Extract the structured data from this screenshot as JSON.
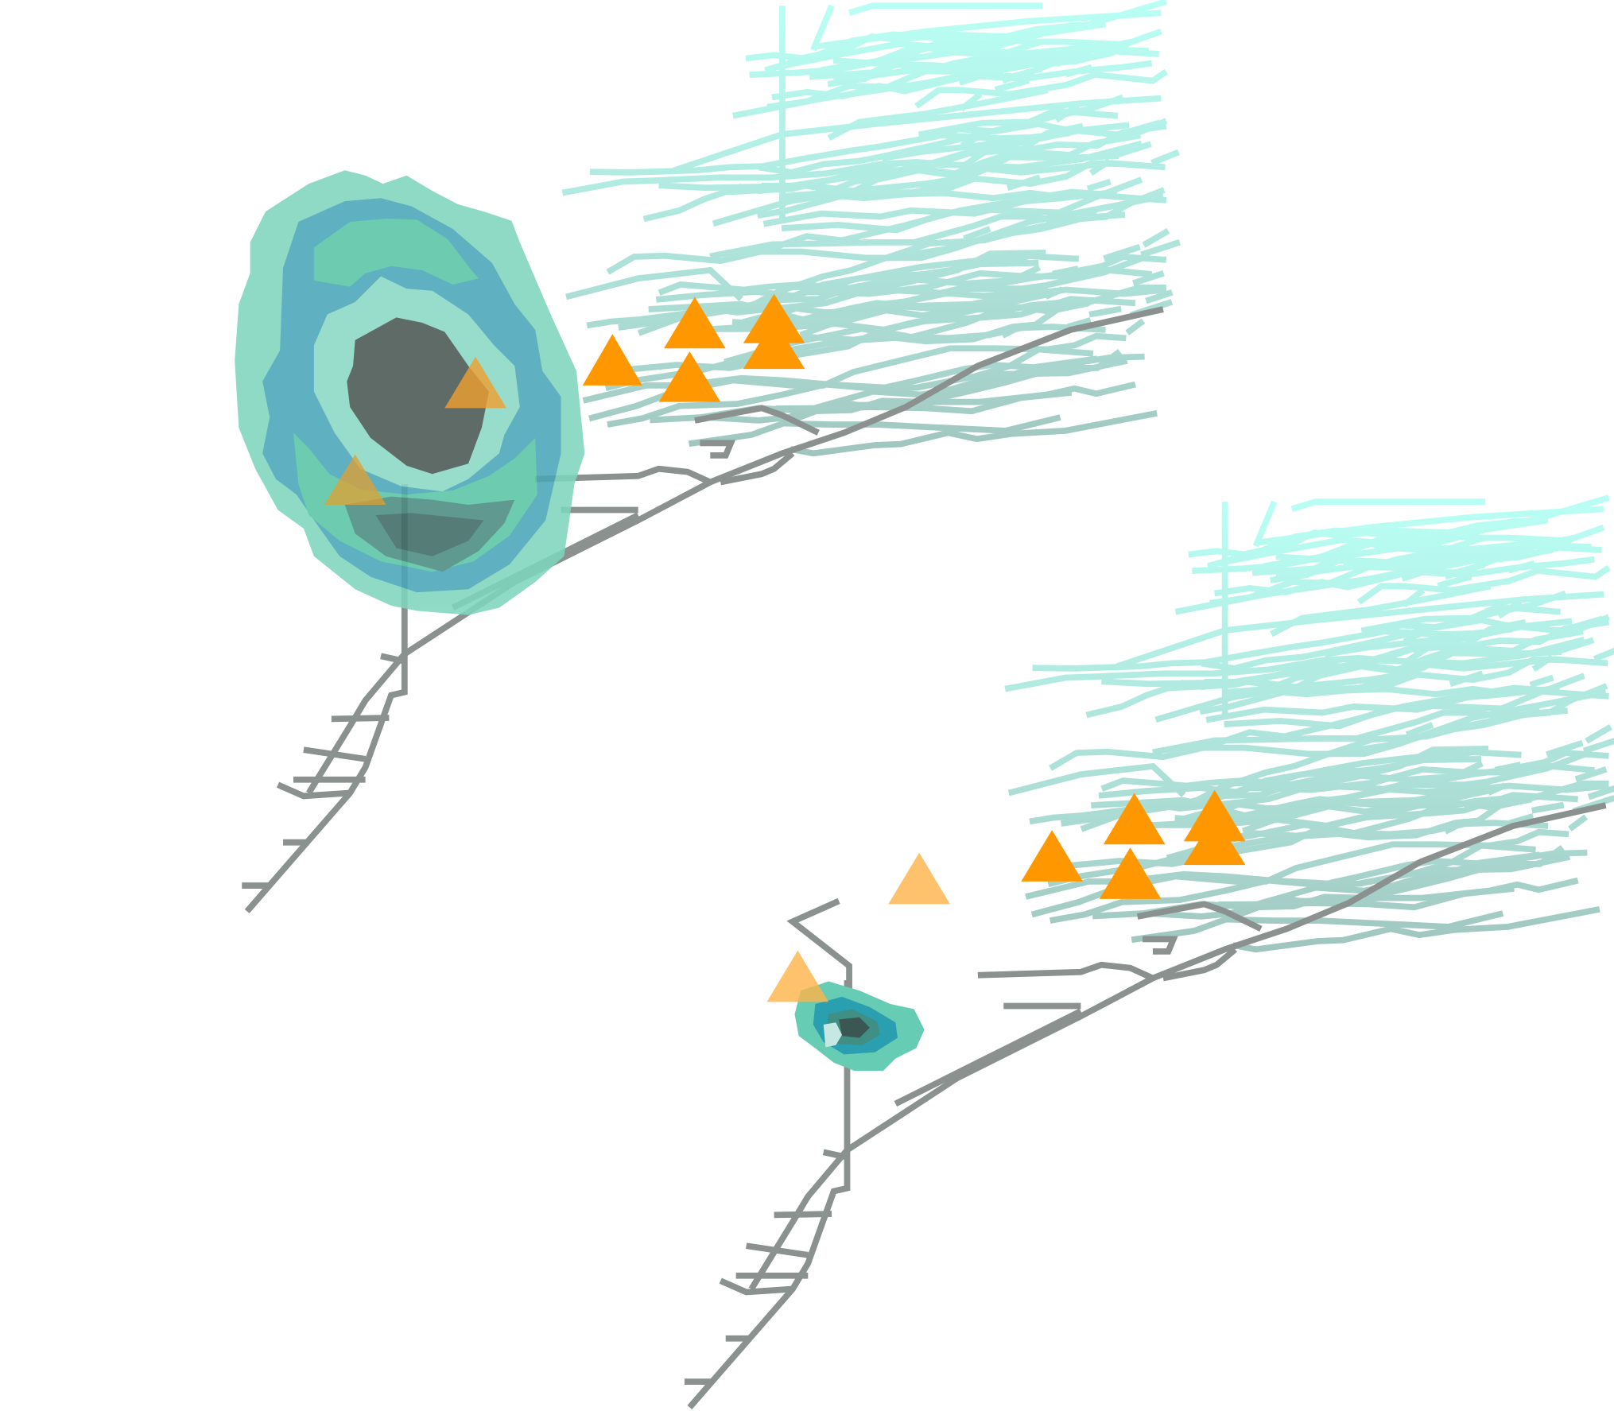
{
  "figure": {
    "panels": [
      {
        "name": "neuron-large-density",
        "contour_scale": "large"
      },
      {
        "name": "neuron-small-density",
        "contour_scale": "small"
      }
    ],
    "colors": {
      "axon": "#8a918e",
      "dendrite_low": "#93b0a8",
      "dendrite_high": "#b9fff5",
      "contour_outer": "#7fd6bd",
      "contour_mid": "#4aa6b8",
      "contour_inner": "#4fc2a2",
      "contour_core": "#4a5753",
      "marker": "#ff9800"
    },
    "marker_shape": "triangle-icon"
  }
}
